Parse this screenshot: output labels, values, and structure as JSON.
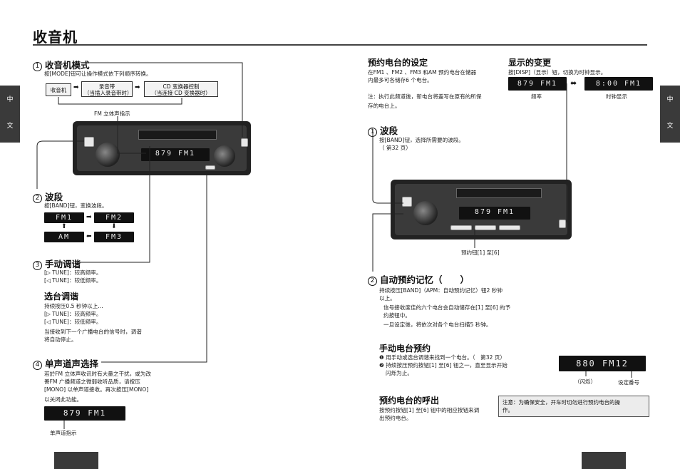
{
  "page": {
    "title": "收音机",
    "side_tab_left": [
      "中",
      "文"
    ],
    "side_tab_right": [
      "中",
      "文"
    ]
  },
  "left": {
    "s1": {
      "num": "1",
      "title": "收音机模式",
      "text": "按[MODE]钮可让操作模式依下列顺序转换。",
      "flow": [
        "收音机",
        "录音带\n（当插入录音带时）",
        "CD 变换器控制\n（当连接 CD 变换器时）"
      ],
      "stereo_label": "FM 立体声指示"
    },
    "display_main": "879 FM1",
    "s2": {
      "num": "2",
      "title": "波段",
      "text": "按[BAND]钮，变换波段。",
      "bands": [
        "FM1",
        "FM2",
        "AM",
        "FM3"
      ]
    },
    "s3": {
      "num": "3",
      "title": "手动调谐",
      "line1": "[▷ TUNE]：较高频率。",
      "line2": "[◁ TUNE]：较低频率。"
    },
    "seek": {
      "title": "选台调谐",
      "line0": "持续按压0.5 秒钟以上…",
      "line1": "[▷ TUNE]：较高频率。",
      "line2": "[◁ TUNE]：较低频率。",
      "line3": "当接收到下一个广播电台的信号时，调谐",
      "line4": "将自动停止。"
    },
    "s4": {
      "num": "4",
      "title": "单声道声选择",
      "lines": [
        "若於FM 立体声收讯时有大量之干扰，或为改",
        "善FM 广播频道之微弱收听品质，请按压",
        "[MONO] 以单声道接收。再次按压[MONO]",
        "以关闭此功能。"
      ],
      "display": "879 FM1",
      "caption": "单声道指示"
    }
  },
  "right": {
    "preset": {
      "title": "预约电台的设定",
      "lines": [
        "在FM1 、FM2 、FM3 和AM 预约电台在储器",
        "内最多可各储存6 个电台。"
      ],
      "note": [
        "注：执行此频道後，新电台将盖写在原有的所保",
        "存的电台上。"
      ]
    },
    "display_change": {
      "title": "显示的变更",
      "text": "按[DISP]（显示）钮，切换为时钟显示。",
      "lcd1": "879 FM1",
      "lcd2": "8:00 FM1",
      "cap1": "频率",
      "cap2": "时钟显示"
    },
    "r1": {
      "num": "1",
      "title": "波段",
      "line1": "按[BAND]钮，选择所需要的波段。",
      "line2": "（ 第32 页）"
    },
    "display_main": "879 FM1",
    "preset_caption": "预约钮[1] 至[6]",
    "r2": {
      "num": "2",
      "title": "自动预约记忆（　　）",
      "lines": [
        "持续按压[BAND]（APM：自动预约记忆）钮2 秒钟",
        "以上。"
      ],
      "sub": [
        "信号接收度佳的六个电台会自动储存在[1] 至[6] 的予",
        "约按钮中。",
        "一旦设定後，将依次对各个电台扫描5 秒钟。"
      ]
    },
    "manual": {
      "title": "手动电台预约",
      "step1": "❶ 用手动或选台调谐来找到一个电台。（　第32 页）",
      "step2a": "❷ 持续按压预约按钮[1] 至[6] 钮之一，直至显示开始",
      "step2b": "闪烁为止。",
      "lcd": "880 FM12",
      "cap_blink": "（闪烁）",
      "cap_num": "设定番号"
    },
    "recall": {
      "title": "预约电台的呼出",
      "line1": "按预约按钮[1] 至[6] 钮中的相应按钮来调",
      "line2": "出预约电台。"
    },
    "warn": {
      "lines": [
        "注意：为确保安全，开车时切勿进行预约电台的操",
        "作。"
      ]
    }
  }
}
